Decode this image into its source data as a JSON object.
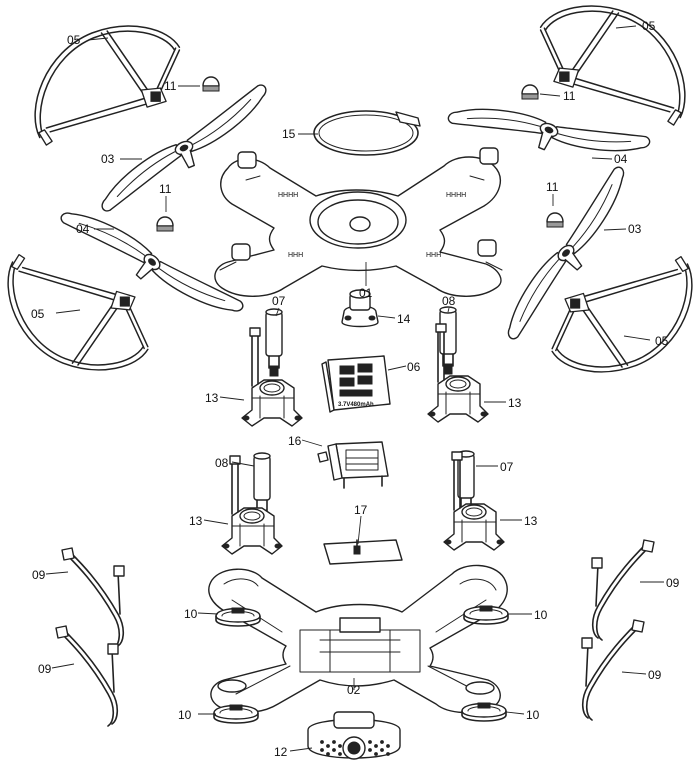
{
  "labels": {
    "l01": "01",
    "l02": "02",
    "l03a": "03",
    "l03b": "03",
    "l04a": "04",
    "l04b": "04",
    "l05a": "05",
    "l05b": "05",
    "l05c": "05",
    "l05d": "05",
    "l06": "06",
    "l07a": "07",
    "l07b": "07",
    "l08a": "08",
    "l08b": "08",
    "l09a": "09",
    "l09b": "09",
    "l09c": "09",
    "l09d": "09",
    "l10a": "10",
    "l10b": "10",
    "l10c": "10",
    "l10d": "10",
    "l11a": "11",
    "l11b": "11",
    "l11c": "11",
    "l11d": "11",
    "l12": "12",
    "l13a": "13",
    "l13b": "13",
    "l13c": "13",
    "l13d": "13",
    "l14": "14",
    "l15": "15",
    "l16": "16",
    "l17": "17"
  },
  "battery_text": "3.7V480mAh"
}
